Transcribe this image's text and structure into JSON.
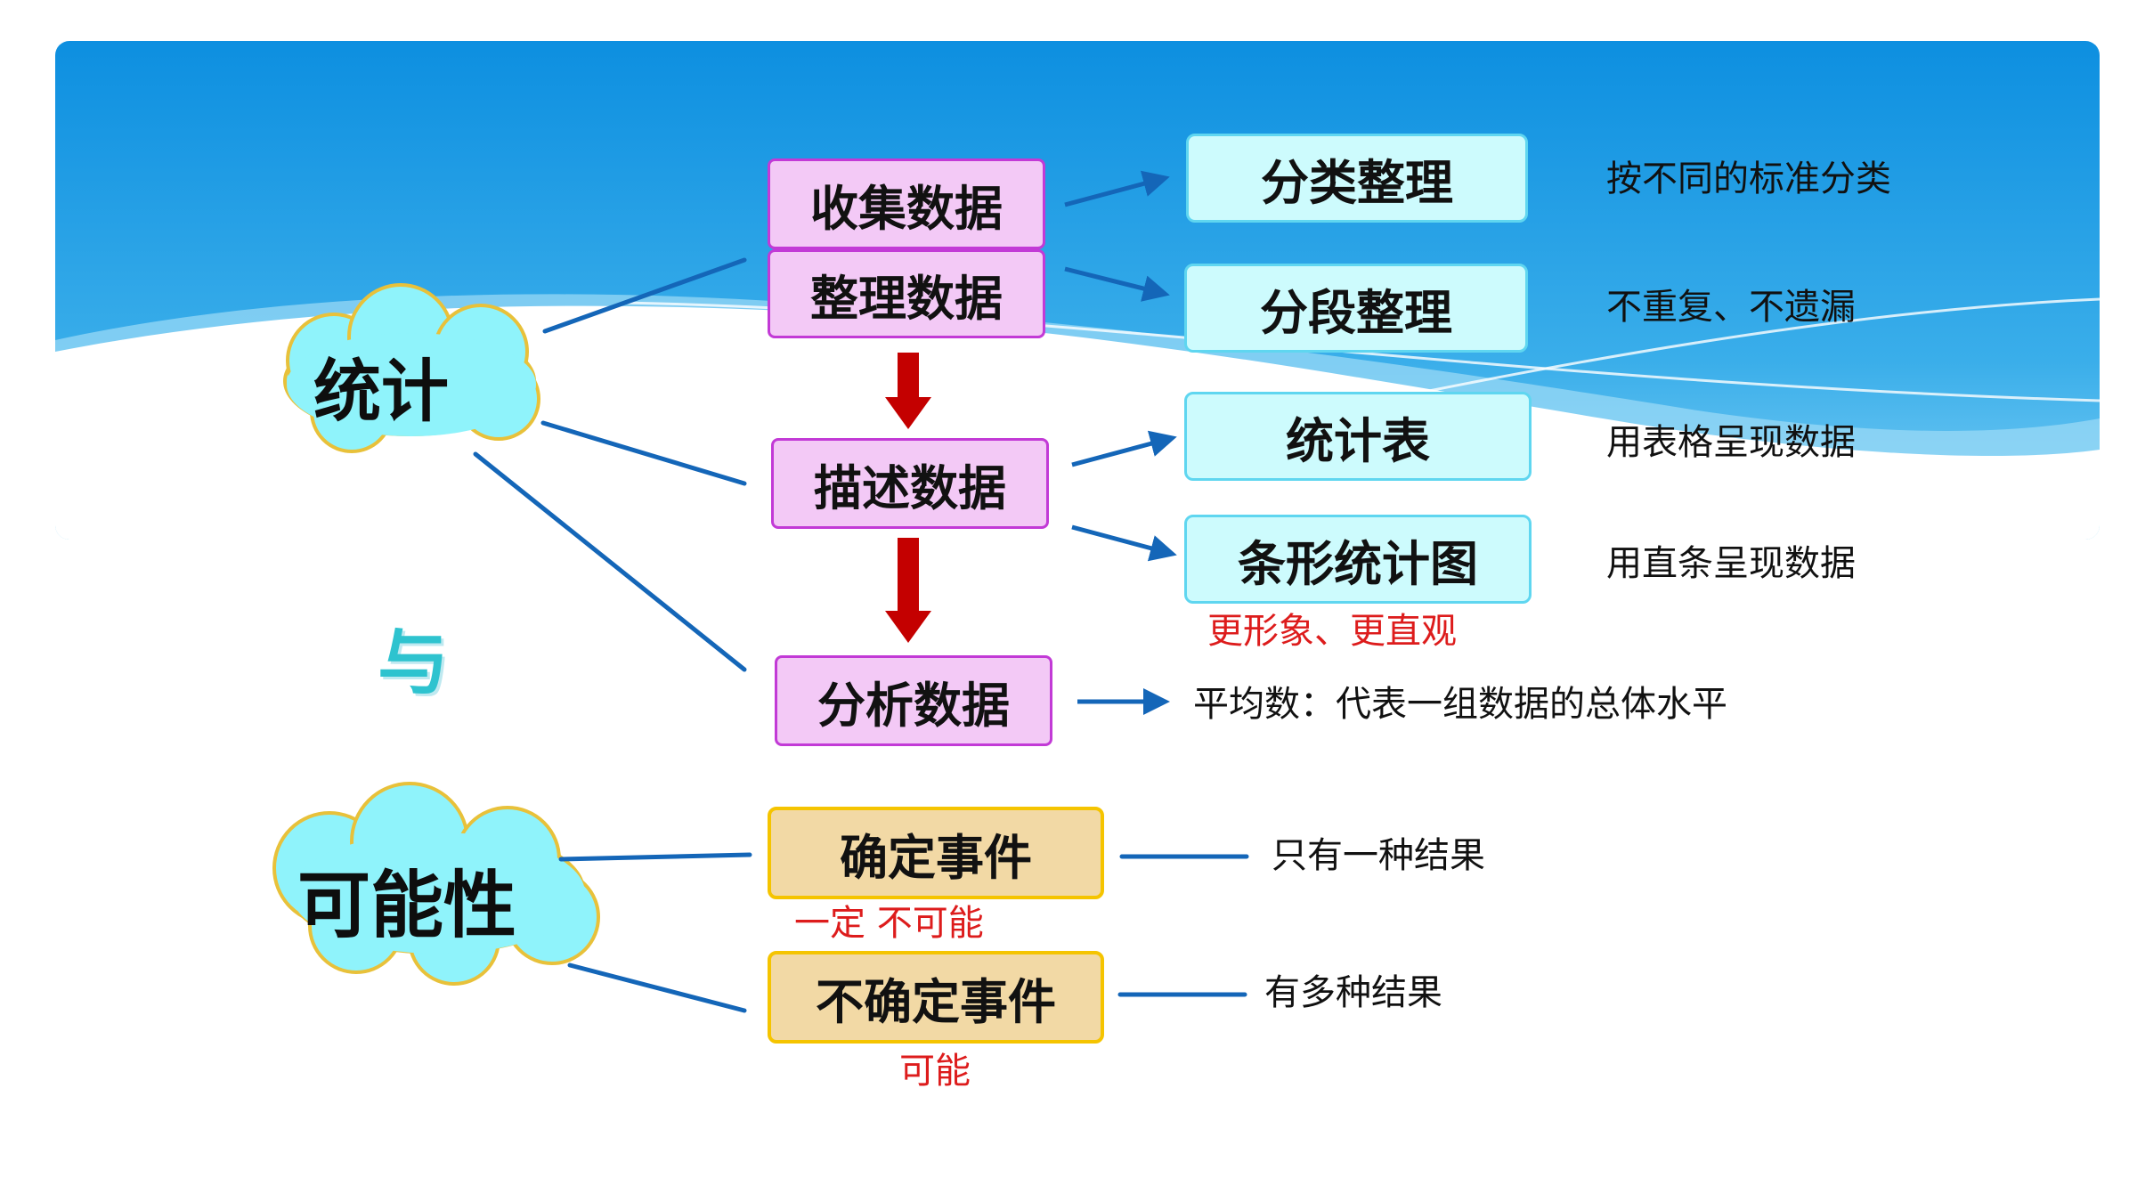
{
  "colors": {
    "banner_top": "#0d8fe0",
    "banner_bottom": "#8fd8f7",
    "connector": "#1466b8",
    "down_arrow": "#c40000",
    "cloud_fill": "#8ff3fb",
    "cloud_stroke": "#e8c13a",
    "pink_fill": "#f3c9f6",
    "pink_border": "#c23ad6",
    "cyan_fill": "#cdfbfd",
    "cyan_border": "#5fd6f0",
    "gold_fill": "#f2d9a5",
    "gold_border": "#f5c400",
    "red_text": "#dd1c1c"
  },
  "statistics": {
    "topic": "统计",
    "steps": {
      "collect": "收集数据",
      "organize": "整理数据",
      "describe": "描述数据",
      "analyze": "分析数据"
    },
    "methods": {
      "by_category": "分类整理",
      "by_segment": "分段整理",
      "table": "统计表",
      "bar_chart": "条形统计图"
    },
    "notes": {
      "by_category": "按不同的标准分类",
      "by_segment": "不重复、不遗漏",
      "table": "用表格呈现数据",
      "bar_chart": "用直条呈现数据",
      "bar_chart_red": "更形象、更直观",
      "analyze": "平均数：代表一组数据的总体水平"
    }
  },
  "connector_word": "与",
  "possibility": {
    "topic": "可能性",
    "certain": {
      "label": "确定事件",
      "red": "一定   不可能",
      "note": "只有一种结果"
    },
    "uncertain": {
      "label": "不确定事件",
      "red": "可能",
      "note": "有多种结果"
    }
  }
}
